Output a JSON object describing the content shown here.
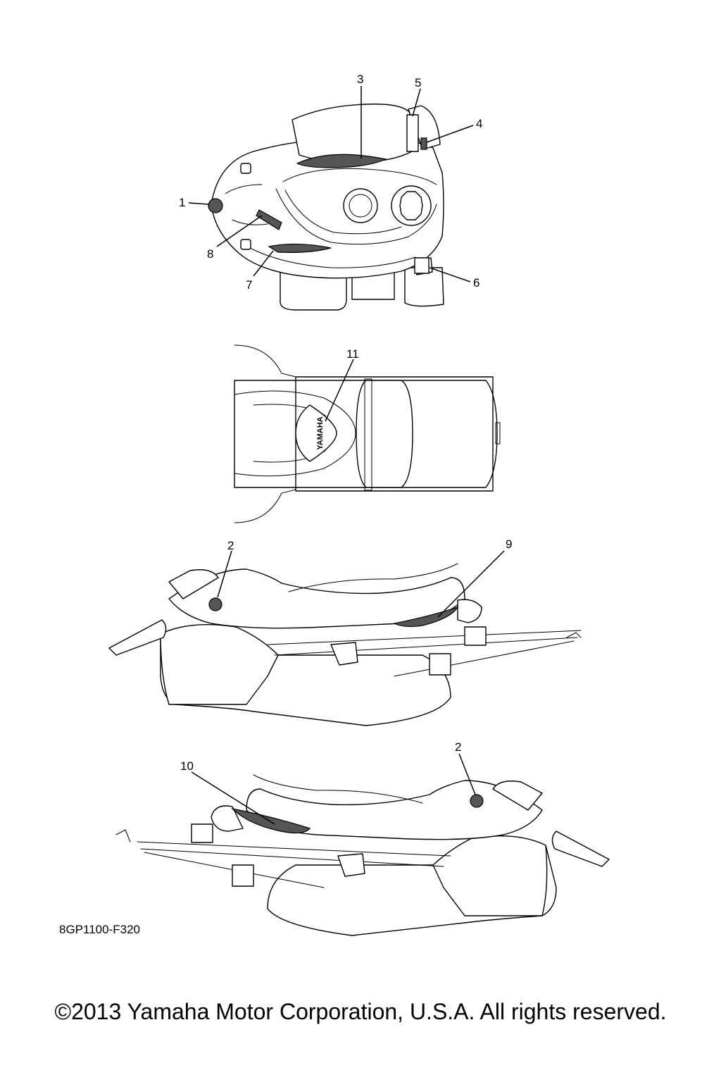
{
  "callouts": [
    {
      "id": "1",
      "label": "1"
    },
    {
      "id": "2a",
      "label": "2"
    },
    {
      "id": "2b",
      "label": "2"
    },
    {
      "id": "3",
      "label": "3"
    },
    {
      "id": "4",
      "label": "4"
    },
    {
      "id": "5",
      "label": "5"
    },
    {
      "id": "6",
      "label": "6"
    },
    {
      "id": "7",
      "label": "7"
    },
    {
      "id": "8",
      "label": "8"
    },
    {
      "id": "9",
      "label": "9"
    },
    {
      "id": "10",
      "label": "10"
    },
    {
      "id": "11",
      "label": "11"
    }
  ],
  "decal_text": "YAMAHA",
  "diagram_code": "8GP1100-F320",
  "copyright": "©2013 Yamaha Motor Corporation, U.S.A. All rights reserved."
}
